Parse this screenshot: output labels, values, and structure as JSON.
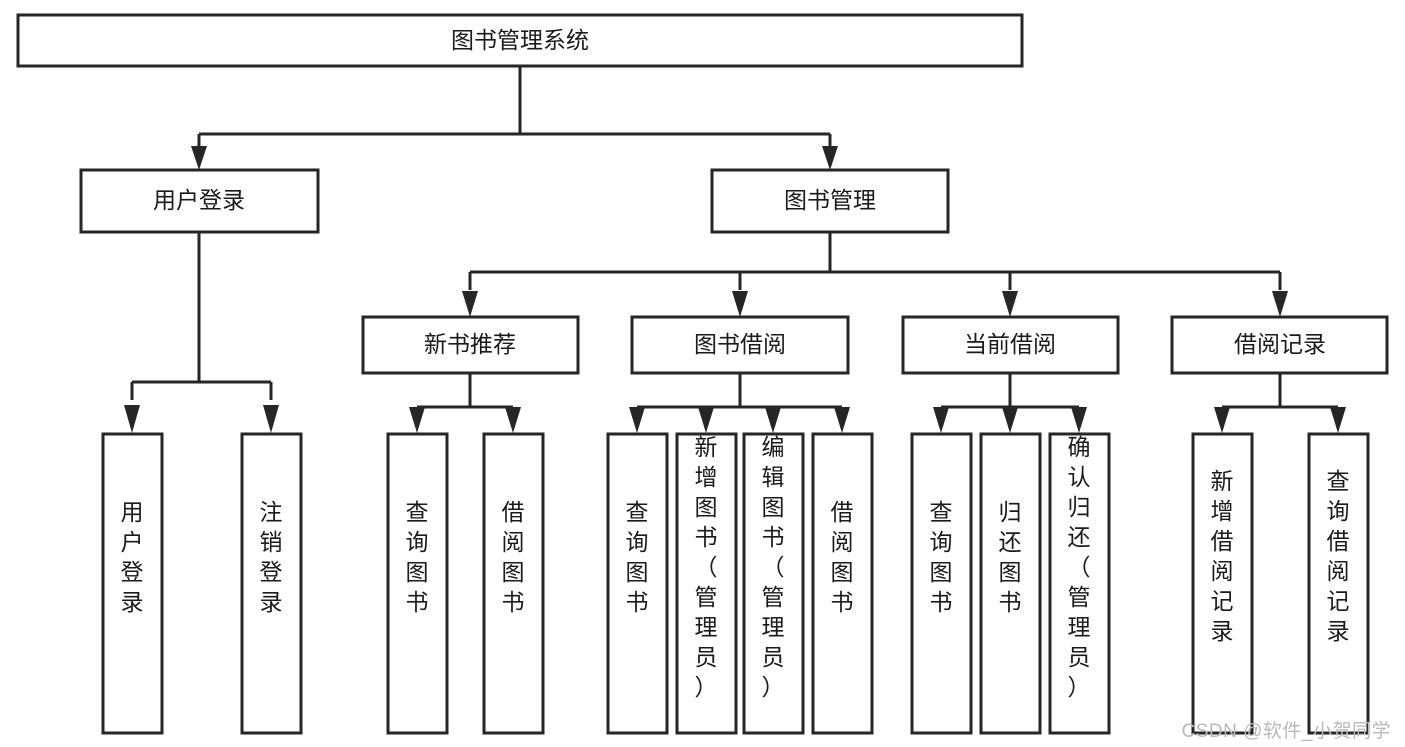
{
  "diagram": {
    "type": "tree-hierarchy-flowchart",
    "orientation": "top-down",
    "colors": {
      "background": "#ffffff",
      "box_fill": "#ffffff",
      "box_stroke": "#262626",
      "text": "#1a1a1a",
      "watermark": "#b9b9b9"
    },
    "root": {
      "id": "root",
      "label": "图书管理系统",
      "text_orientation": "horizontal"
    },
    "level2": [
      {
        "id": "user-login",
        "label": "用户登录",
        "text_orientation": "horizontal"
      },
      {
        "id": "book-manage",
        "label": "图书管理",
        "text_orientation": "horizontal"
      }
    ],
    "level3": [
      {
        "id": "new-book-recommend",
        "label": "新书推荐",
        "parent": "book-manage",
        "text_orientation": "horizontal"
      },
      {
        "id": "book-borrow",
        "label": "图书借阅",
        "parent": "book-manage",
        "text_orientation": "horizontal"
      },
      {
        "id": "current-borrow",
        "label": "当前借阅",
        "parent": "book-manage",
        "text_orientation": "horizontal"
      },
      {
        "id": "borrow-record",
        "label": "借阅记录",
        "parent": "book-manage",
        "text_orientation": "horizontal"
      }
    ],
    "leaves": [
      {
        "id": "leaf-user-login",
        "label": "用户登录",
        "parent": "user-login",
        "text_orientation": "vertical"
      },
      {
        "id": "leaf-logout-login",
        "label": "注销登录",
        "parent": "user-login",
        "text_orientation": "vertical"
      },
      {
        "id": "leaf-query-book-1",
        "label": "查询图书",
        "parent": "new-book-recommend",
        "text_orientation": "vertical"
      },
      {
        "id": "leaf-borrow-book-1",
        "label": "借阅图书",
        "parent": "new-book-recommend",
        "text_orientation": "vertical"
      },
      {
        "id": "leaf-query-book-2",
        "label": "查询图书",
        "parent": "book-borrow",
        "text_orientation": "vertical"
      },
      {
        "id": "leaf-add-book",
        "label": "新增图书（管理员）",
        "parent": "book-borrow",
        "text_orientation": "vertical"
      },
      {
        "id": "leaf-edit-book",
        "label": "编辑图书（管理员）",
        "parent": "book-borrow",
        "text_orientation": "vertical"
      },
      {
        "id": "leaf-borrow-book-2",
        "label": "借阅图书",
        "parent": "book-borrow",
        "text_orientation": "vertical"
      },
      {
        "id": "leaf-query-book-3",
        "label": "查询图书",
        "parent": "current-borrow",
        "text_orientation": "vertical"
      },
      {
        "id": "leaf-return-book",
        "label": "归还图书",
        "parent": "current-borrow",
        "text_orientation": "vertical"
      },
      {
        "id": "leaf-confirm-return",
        "label": "确认归还（管理员）",
        "parent": "current-borrow",
        "text_orientation": "vertical"
      },
      {
        "id": "leaf-add-record",
        "label": "新增借阅记录",
        "parent": "borrow-record",
        "text_orientation": "vertical"
      },
      {
        "id": "leaf-query-record",
        "label": "查询借阅记录",
        "parent": "borrow-record",
        "text_orientation": "vertical"
      }
    ]
  },
  "watermark": {
    "text": "CSDN @软件_小贺同学"
  }
}
